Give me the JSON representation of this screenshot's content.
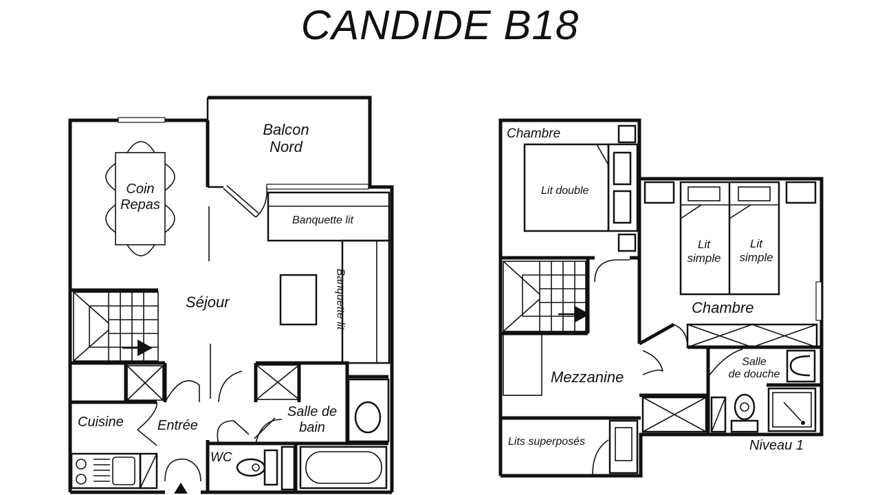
{
  "title": "CANDIDE B18",
  "ground_floor": {
    "rooms": {
      "balcon": [
        "Balcon",
        "Nord"
      ],
      "coin_repas": [
        "Coin",
        "Repas"
      ],
      "sejour": "Séjour",
      "banquette_lit_1": "Banquette lit",
      "banquette_lit_2": "Banquette lit",
      "cuisine": "Cuisine",
      "entree": "Entrée",
      "salle_de_bain": [
        "Salle de",
        "bain"
      ],
      "wc": "WC"
    }
  },
  "upper_floor": {
    "level_label": "Niveau 1",
    "rooms": {
      "chambre_1": "Chambre",
      "lit_double": "Lit double",
      "lit_simple_1": [
        "Lit",
        "simple"
      ],
      "lit_simple_2": [
        "Lit",
        "simple"
      ],
      "chambre_2": "Chambre",
      "mezzanine": "Mezzanine",
      "salle_de_douche": [
        "Salle",
        "de douche"
      ],
      "lits_superposes": "Lits superposés"
    }
  },
  "colors": {
    "line": "#111111",
    "background": "#ffffff"
  },
  "icons": [
    "stairs-icon",
    "arrow-icon",
    "door-swing-icon",
    "toilet-icon",
    "bathtub-icon",
    "shower-icon",
    "sink-icon",
    "stove-icon",
    "table-icon",
    "chair-icon",
    "bed-icon"
  ]
}
